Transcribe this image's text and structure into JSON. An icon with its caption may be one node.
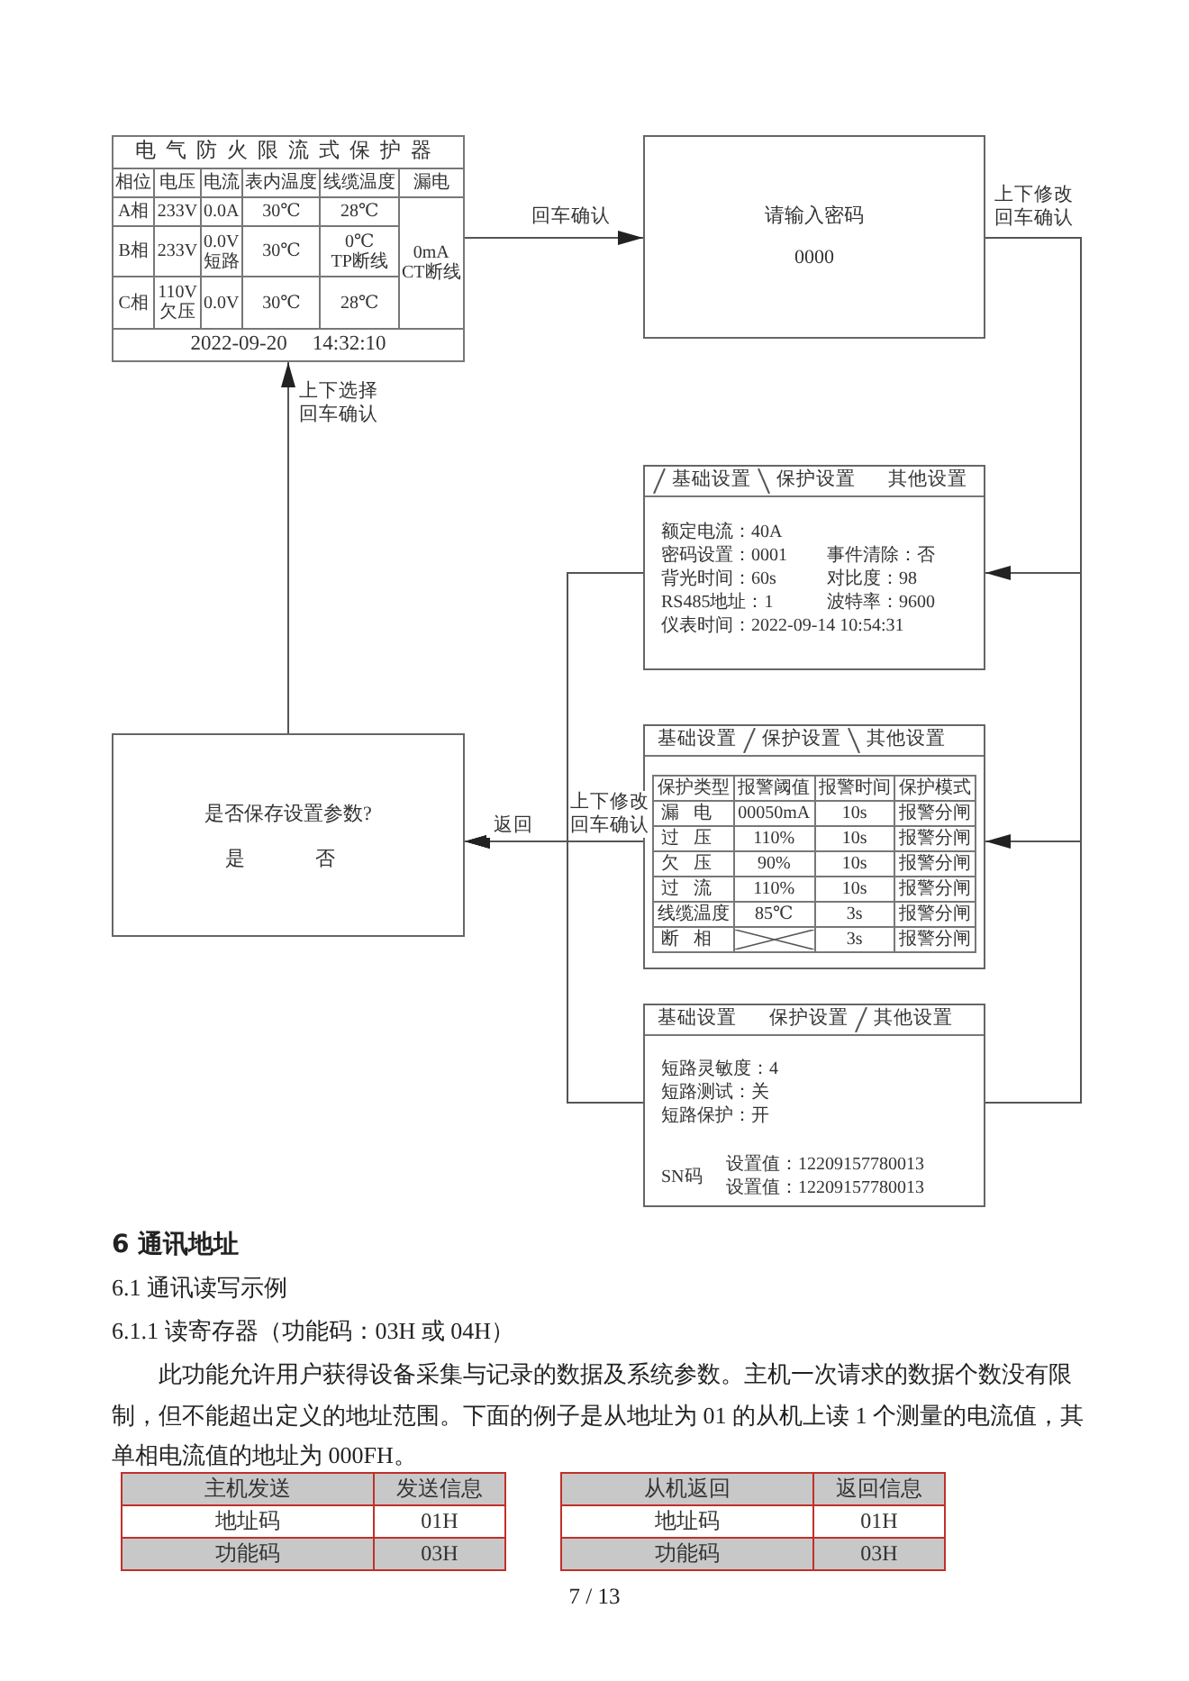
{
  "diagram": {
    "nodes": [
      {
        "text": [
          "电气防火限流式保护器",
          "相位",
          "电压",
          "电流",
          "表内温度",
          "线缆温度",
          "漏电",
          "A相",
          "233V",
          "0.0A",
          "30℃",
          "28℃",
          "B相",
          "233V",
          "0.0V 短路",
          "30℃",
          "0℃ TP断线",
          "0mA CT断线",
          "C相",
          "110V 欠压",
          "0.0V",
          "30℃",
          "28℃",
          "2022-09-20",
          "14:32:10"
        ]
      },
      {
        "text": [
          "请输入密码",
          "0000"
        ]
      },
      {
        "text": [
          "基础设置",
          "保护设置",
          "其他设置",
          "额定电流：40A",
          "密码设置：0001",
          "事件清除：否",
          "背光时间：60s",
          "对比度：98",
          "RS485地址：1",
          "波特率：9600",
          "仪表时间：2022-09-14 10:54:31"
        ]
      },
      {
        "text": [
          "基础设置",
          "保护设置",
          "其他设置",
          "保护类型",
          "报警阈值",
          "报警时间",
          "保护模式",
          "漏电",
          "00050mA",
          "10s",
          "报警分闸",
          "过压",
          "110%",
          "10s",
          "报警分闸",
          "欠压",
          "90%",
          "10s",
          "报警分闸",
          "过流",
          "110%",
          "10s",
          "报警分闸",
          "线缆温度",
          "85℃",
          "3s",
          "报警分闸",
          "断相",
          "3s",
          "报警分闸"
        ]
      },
      {
        "text": [
          "基础设置",
          "保护设置",
          "其他设置",
          "短路灵敏度：4",
          "短路测试：关",
          "短路保护：开",
          "SN码",
          "设置值：12209157780013",
          "设置值：12209157780013"
        ]
      },
      {
        "text": [
          "是否保存设置参数?",
          "是",
          "否"
        ]
      }
    ],
    "edges": [
      {
        "from": 0,
        "to": 1,
        "arrow": "to",
        "label": "回车确认"
      },
      {
        "from": 1,
        "to": 2,
        "arrow": "to",
        "label": "上下修改回车确认"
      },
      {
        "from": 1,
        "to": 3,
        "arrow": "to"
      },
      {
        "from": 1,
        "to": 4,
        "arrow": "none"
      },
      {
        "from": 2,
        "to": 5,
        "arrow": "to",
        "label": "返回"
      },
      {
        "from": 3,
        "to": 5,
        "arrow": "to",
        "label": "上下修改回车确认"
      },
      {
        "from": 4,
        "to": 5,
        "arrow": "to"
      },
      {
        "from": 5,
        "to": 0,
        "arrow": "to",
        "label": "上下选择回车确认"
      }
    ],
    "labels": [
      "6 通讯地址",
      "6.1 通讯读写示例",
      "6.1.1 读寄存器（功能码：03H 或 04H）",
      "此功能允许用户获得设备采集与记录的数据及系统参数。主机一次请求的数据个数没有限制，但不能超出定义的地址范围。下面的例子是从地址为 01 的从机上读 1 个测量的电流值，其单相电流值的地址为 000FH。",
      "主机发送",
      "发送信息",
      "地址码",
      "01H",
      "功能码",
      "03H",
      "从机返回",
      "返回信息",
      "地址码",
      "01H",
      "功能码",
      "03H",
      "7 / 13"
    ]
  }
}
